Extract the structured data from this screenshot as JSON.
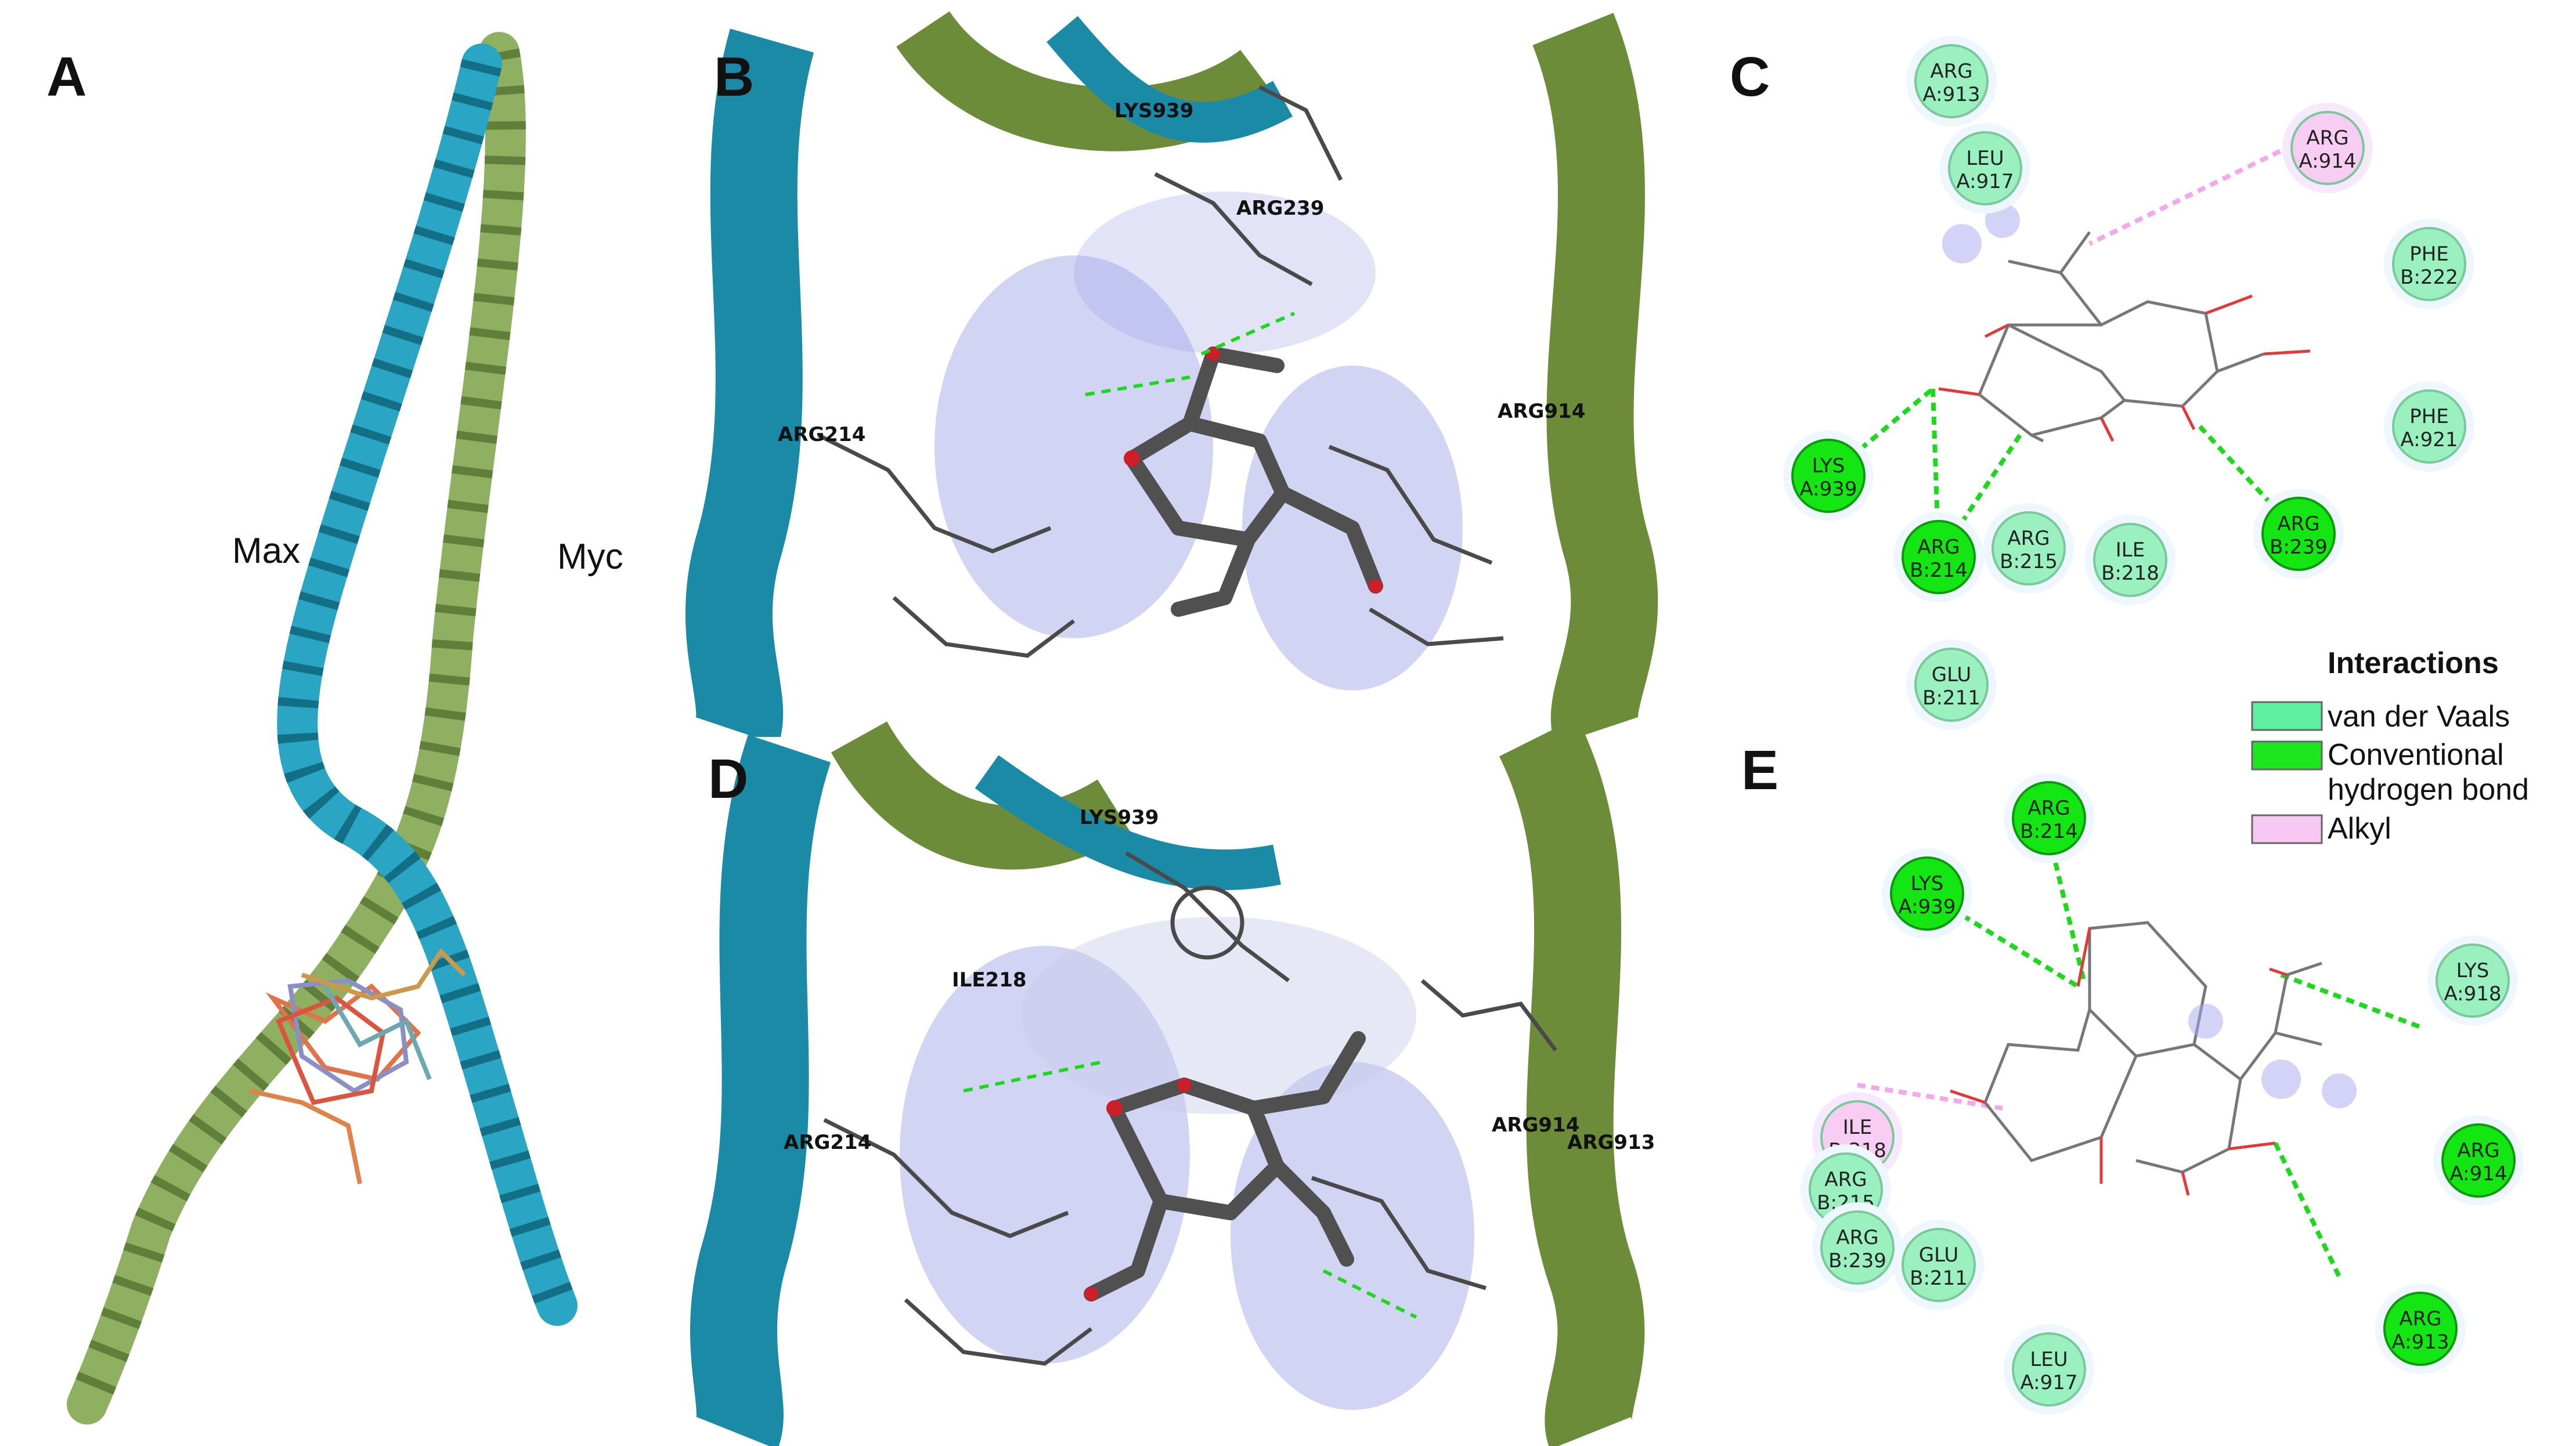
{
  "panels": {
    "A": {
      "label": "A",
      "chain_left": "Max",
      "chain_right": "Myc"
    },
    "B": {
      "label": "B",
      "residues": [
        "LYS939",
        "ARG239",
        "ARG214",
        "ARG914"
      ]
    },
    "C": {
      "label": "C",
      "residues": [
        {
          "name": "ARG",
          "id": "A:913",
          "type": "vdw"
        },
        {
          "name": "LEU",
          "id": "A:917",
          "type": "vdw"
        },
        {
          "name": "ARG",
          "id": "A:914",
          "type": "alkyl"
        },
        {
          "name": "PHE",
          "id": "B:222",
          "type": "vdw"
        },
        {
          "name": "PHE",
          "id": "A:921",
          "type": "vdw"
        },
        {
          "name": "LYS",
          "id": "A:939",
          "type": "hbond"
        },
        {
          "name": "ARG",
          "id": "B:214",
          "type": "hbond"
        },
        {
          "name": "ARG",
          "id": "B:215",
          "type": "vdw"
        },
        {
          "name": "ILE",
          "id": "B:218",
          "type": "vdw"
        },
        {
          "name": "ARG",
          "id": "B:239",
          "type": "hbond"
        },
        {
          "name": "GLU",
          "id": "B:211",
          "type": "vdw"
        }
      ]
    },
    "D": {
      "label": "D",
      "residues": [
        "LYS939",
        "ILE218",
        "ARG214",
        "ARG914",
        "ARG913"
      ]
    },
    "E": {
      "label": "E",
      "residues": [
        {
          "name": "ARG",
          "id": "B:214",
          "type": "hbond"
        },
        {
          "name": "LYS",
          "id": "A:939",
          "type": "hbond"
        },
        {
          "name": "LYS",
          "id": "A:918",
          "type": "vdw"
        },
        {
          "name": "ILE",
          "id": "B:218",
          "type": "alkyl"
        },
        {
          "name": "ARG",
          "id": "A:914",
          "type": "hbond"
        },
        {
          "name": "ARG",
          "id": "B:215",
          "type": "vdw"
        },
        {
          "name": "ARG",
          "id": "B:239",
          "type": "vdw"
        },
        {
          "name": "GLU",
          "id": "B:211",
          "type": "vdw"
        },
        {
          "name": "ARG",
          "id": "A:913",
          "type": "hbond"
        },
        {
          "name": "LEU",
          "id": "A:917",
          "type": "vdw"
        }
      ]
    }
  },
  "legend": {
    "title": "Interactions",
    "items": [
      {
        "label_line1": "van der Vaals",
        "label_line2": "",
        "color": "#5ef0a0"
      },
      {
        "label_line1": "Conventional",
        "label_line2": "hydrogen bond",
        "color": "#1ee61e"
      },
      {
        "label_line1": "Alkyl",
        "label_line2": "",
        "color": "#f7c8f2"
      }
    ]
  },
  "colors": {
    "max_chain": "#2aa6c4",
    "myc_chain": "#8fb061",
    "vdw": "#9af0bf",
    "hbond": "#14e614",
    "alkyl": "#f8cdf3",
    "hbond_line": "#1ed81e",
    "alkyl_line": "#f3a8ec"
  }
}
